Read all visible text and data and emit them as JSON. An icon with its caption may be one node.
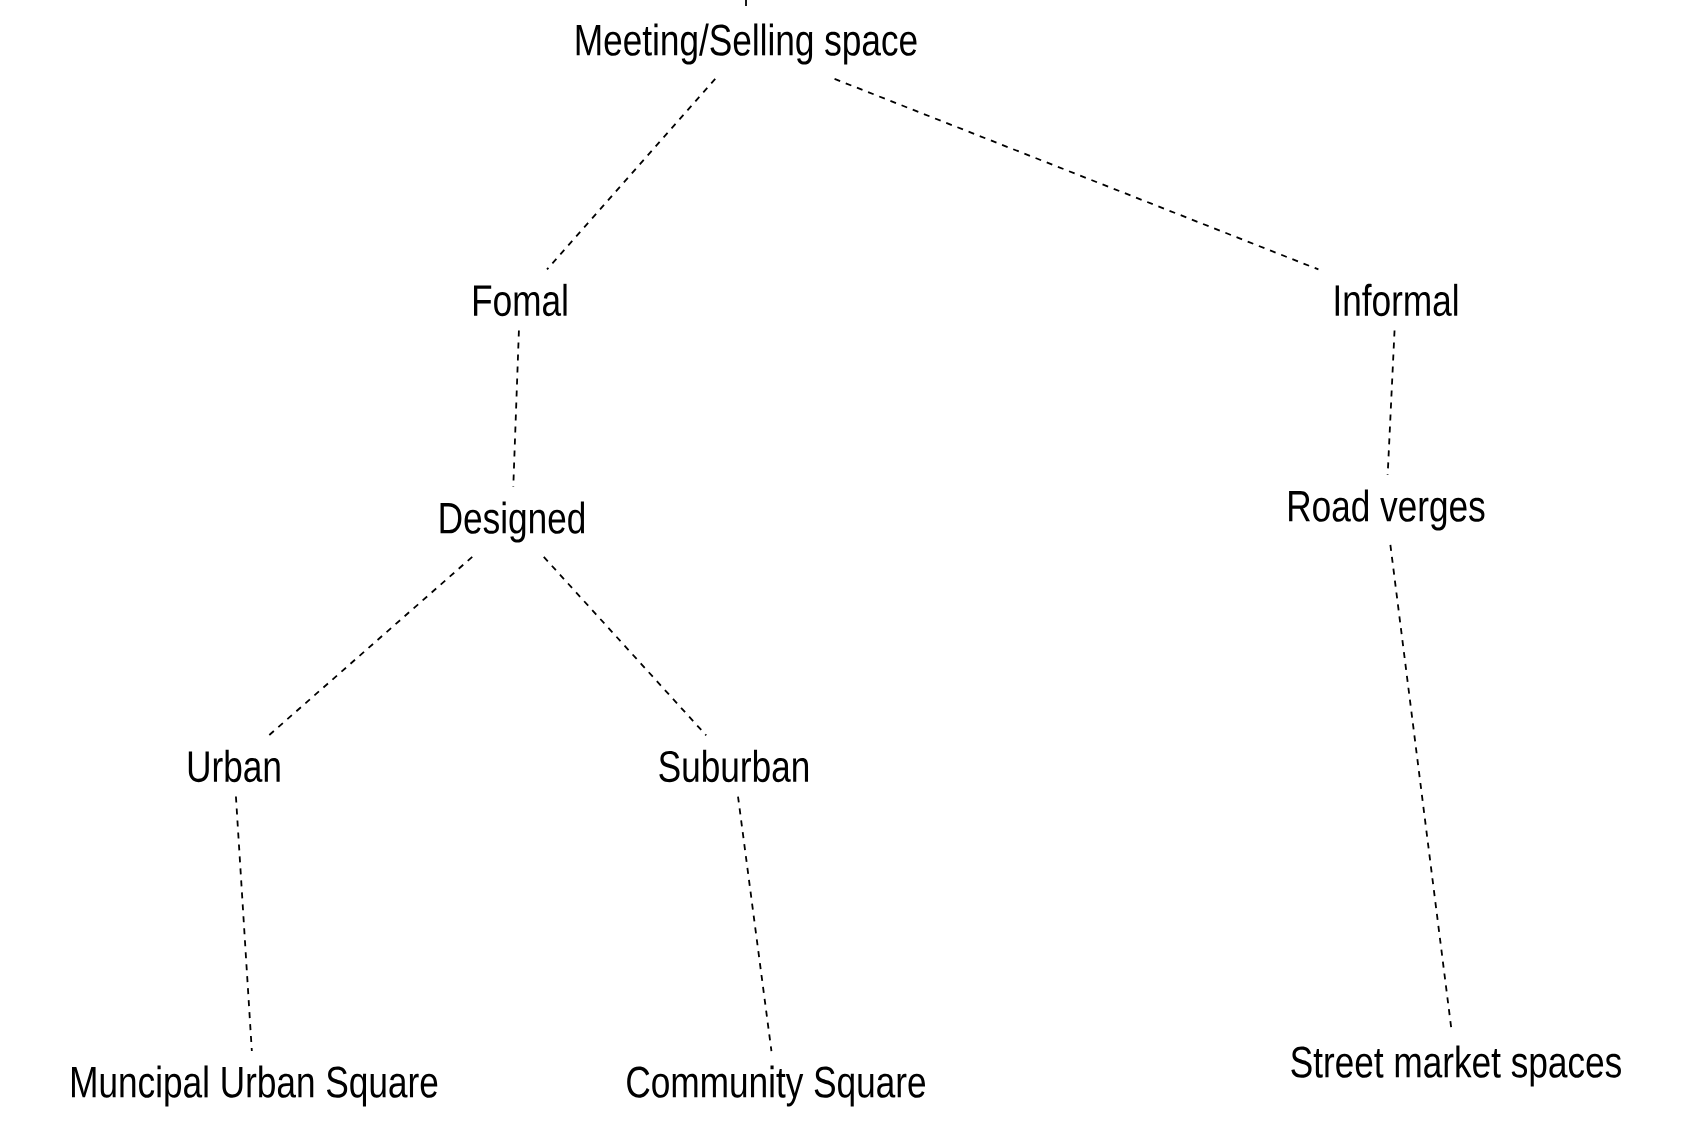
{
  "diagram": {
    "nodes": [
      {
        "text": [
          "Meeting/Selling space"
        ]
      },
      {
        "text": [
          "Fomal"
        ]
      },
      {
        "text": [
          "Informal"
        ]
      },
      {
        "text": [
          "Designed"
        ]
      },
      {
        "text": [
          "Road verges"
        ]
      },
      {
        "text": [
          "Urban"
        ]
      },
      {
        "text": [
          "Suburban"
        ]
      },
      {
        "text": [
          "Muncipal Urban Square"
        ]
      },
      {
        "text": [
          "Community Square"
        ]
      },
      {
        "text": [
          "Street market spaces"
        ]
      }
    ],
    "edges": [
      {
        "from": null,
        "to": 0,
        "arrow": "none"
      },
      {
        "from": 0,
        "to": 1,
        "arrow": "none"
      },
      {
        "from": 0,
        "to": 2,
        "arrow": "none"
      },
      {
        "from": 1,
        "to": 3,
        "arrow": "none"
      },
      {
        "from": 2,
        "to": 4,
        "arrow": "none"
      },
      {
        "from": 3,
        "to": 5,
        "arrow": "none"
      },
      {
        "from": 3,
        "to": 6,
        "arrow": "none"
      },
      {
        "from": 5,
        "to": 7,
        "arrow": "none"
      },
      {
        "from": 6,
        "to": 8,
        "arrow": "none"
      },
      {
        "from": 4,
        "to": 9,
        "arrow": "none"
      }
    ]
  }
}
